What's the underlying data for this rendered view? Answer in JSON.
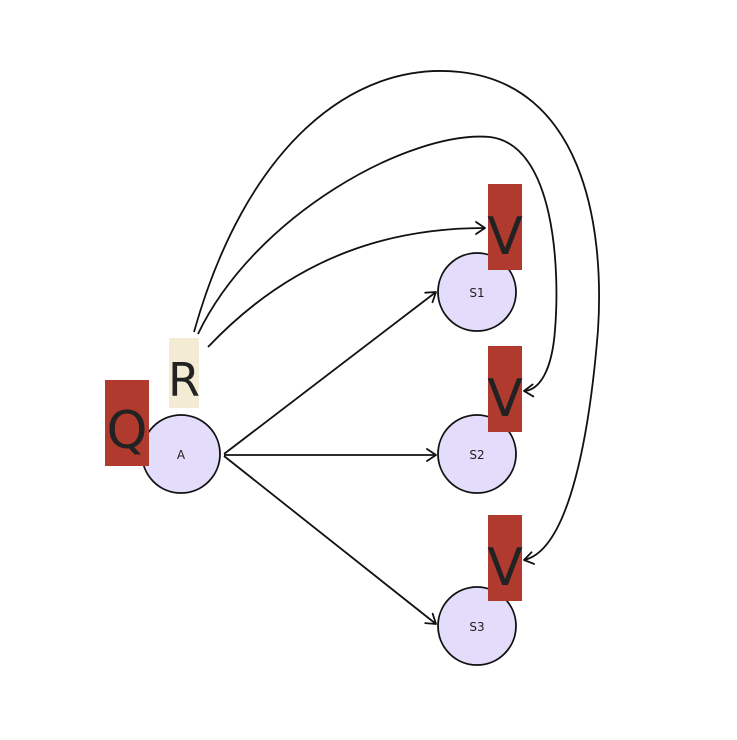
{
  "colors": {
    "node_fill": "#e3dcfb",
    "node_stroke": "#111111",
    "edge_stroke": "#111111",
    "tag_red": "#b03a2e",
    "tag_cream": "#f3ebd3",
    "tag_text": "#222222"
  },
  "nodes": {
    "a": "A",
    "s1": "S1",
    "s2": "S2",
    "s3": "S3"
  },
  "tags": {
    "q": "Q",
    "r": "R",
    "v1": "V",
    "v2": "V",
    "v3": "V"
  }
}
